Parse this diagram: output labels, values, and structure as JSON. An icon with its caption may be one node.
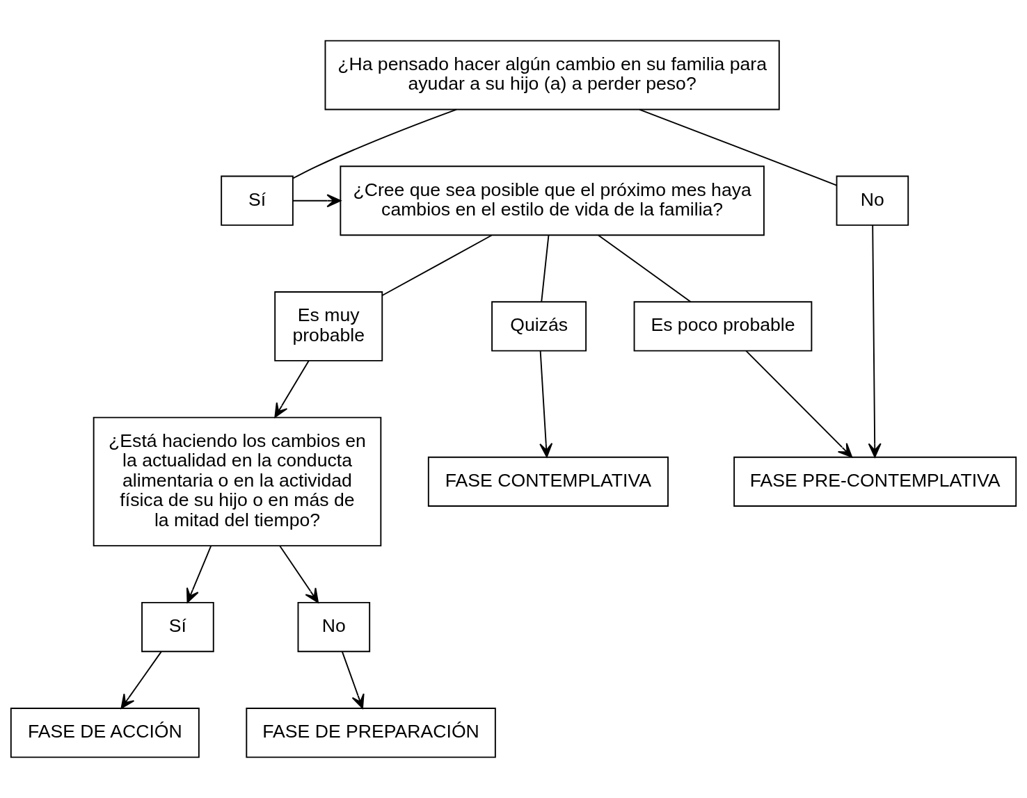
{
  "diagram": {
    "nodes": [
      {
        "text": [
          "¿Ha pensado hacer algún cambio en su familia para ayudar a su hijo (a) a perder peso?"
        ]
      },
      {
        "text": [
          "Sí"
        ]
      },
      {
        "text": [
          "No"
        ]
      },
      {
        "text": [
          "¿Cree que sea posible que el próximo mes haya cambios en el estilo de vida de la familia?"
        ]
      },
      {
        "text": [
          "Es muy probable"
        ]
      },
      {
        "text": [
          "Quizás"
        ]
      },
      {
        "text": [
          "Es poco probable"
        ]
      },
      {
        "text": [
          "FASE CONTEMPLATIVA"
        ]
      },
      {
        "text": [
          "FASE PRE-CONTEMPLATIVA"
        ]
      },
      {
        "text": [
          "¿Está haciendo los cambios en la actualidad en la conducta alimentaria o en la actividad física de su hijo o en más de la mitad del tiempo?"
        ]
      },
      {
        "text": [
          "Sí"
        ]
      },
      {
        "text": [
          "No"
        ]
      },
      {
        "text": [
          "FASE DE PREPARACIÓN"
        ]
      },
      {
        "text": [
          "FASE DE ACCIÓN"
        ]
      }
    ],
    "edges": [
      {
        "from": 0,
        "to": 1,
        "arrow": "none"
      },
      {
        "from": 0,
        "to": 2,
        "arrow": "none"
      },
      {
        "from": 1,
        "to": 3,
        "arrow": "to"
      },
      {
        "from": 3,
        "to": 4,
        "arrow": "none"
      },
      {
        "from": 3,
        "to": 5,
        "arrow": "none"
      },
      {
        "from": 3,
        "to": 6,
        "arrow": "none"
      },
      {
        "from": 5,
        "to": 7,
        "arrow": "to"
      },
      {
        "from": 6,
        "to": 8,
        "arrow": "to"
      },
      {
        "from": 2,
        "to": 8,
        "arrow": "to"
      },
      {
        "from": 4,
        "to": 9,
        "arrow": "to"
      },
      {
        "from": 9,
        "to": 10,
        "arrow": "to"
      },
      {
        "from": 9,
        "to": 11,
        "arrow": "to"
      },
      {
        "from": 11,
        "to": 12,
        "arrow": "to"
      },
      {
        "from": 10,
        "to": 13,
        "arrow": "to"
      }
    ]
  }
}
